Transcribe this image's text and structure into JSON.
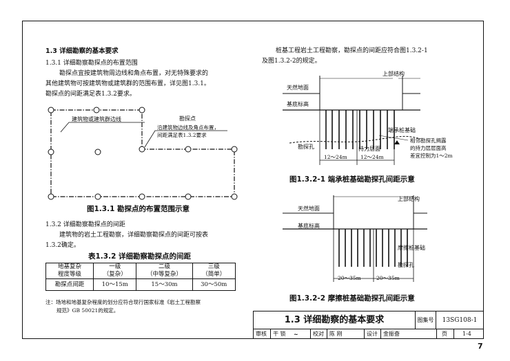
{
  "section": {
    "heading": "1.3 详细勘察的基本要求",
    "sub1_title": "1.3.1 详细勘察勘探点的布置范围",
    "sub1_text": [
      "勘探点宜按建筑物周边线和角点布置，对无特殊要求的",
      "其他建筑物可按建筑物或建筑群的范围布置，详见图1.3.1。",
      "勘探点的间距满足表1.3.2要求。"
    ],
    "sub2_title": "1.3.2 详细勘察勘探点的间距",
    "sub2_text": [
      "建筑物的岩土工程勘察，详细勘察勘探点的间距可按表",
      "1.3.2确定。"
    ],
    "right_text": [
      "桩基工程岩土工程勘察，勘探点的间距应符合图1.3.2-1",
      "及图1.3.2-2的规定。"
    ]
  },
  "fig131": {
    "caption": "图1.3.1 勘探点的布置范围示意",
    "label_edge": "建筑物或建筑群边线",
    "label_point": "勘探点",
    "label_note": [
      "沿建筑物边线及角点布置，",
      "间距满足表1.3.2要求"
    ]
  },
  "table132": {
    "caption": "表1.3.2 详细勘察勘探点的间距",
    "header": [
      [
        "地基复杂",
        "程度等级"
      ],
      [
        "一级",
        "（复杂）"
      ],
      [
        "二级",
        "（中等复杂）"
      ],
      [
        "三级",
        "（简单）"
      ]
    ],
    "row": [
      "勘探点间距",
      "10～15m",
      "15～30m",
      "30～50m"
    ],
    "note": [
      "注：场地和地基复杂程度的划分应符合现行国家标准《岩土工程勘察",
      "规范》GB 50021的规定。"
    ]
  },
  "fig1321": {
    "caption": "图1.3.2-1 端承桩基础勘探孔间距示意",
    "labels": {
      "upper": "上部结构",
      "ground": "天然地面",
      "base": "基底标高",
      "hole": "勘探孔",
      "bearing": "持力层面",
      "pile": "端承桩基础",
      "note": [
        "相邻勘探孔揭露",
        "的持力层层面高",
        "差宜控制为1～2m"
      ]
    },
    "dims": [
      "12～24m",
      "12～24m"
    ]
  },
  "fig1322": {
    "caption": "图1.3.2-2 摩擦桩基础勘探孔间距示意",
    "labels": {
      "upper": "上部结构",
      "ground": "天然地面",
      "base": "基底标高",
      "pile": "摩擦桩基础",
      "hole": "勘探孔"
    },
    "dims": [
      "20～35m",
      "20～35m"
    ]
  },
  "titleblock": {
    "title": "1.3 详细勘察的基本要求",
    "set_label": "图集号",
    "set_no": "13SG108-1",
    "review": "审核",
    "reviewer": "干 锁",
    "check": "校对",
    "checker": "陈 刚",
    "design": "设计",
    "designer": "金振奋",
    "page_label": "页",
    "page": "1-4"
  },
  "page_number": "7"
}
